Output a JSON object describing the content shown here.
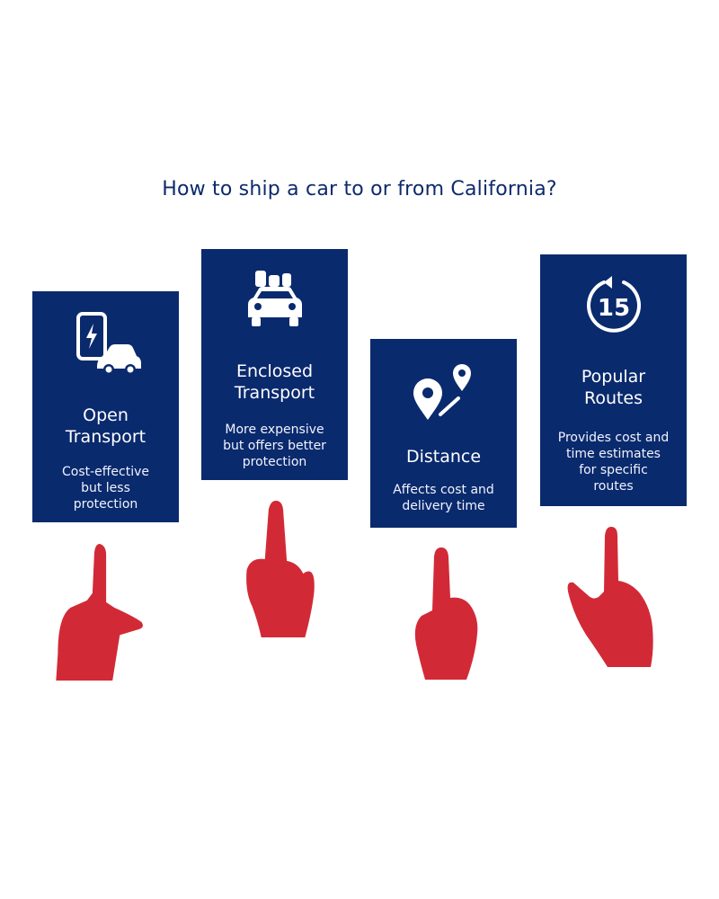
{
  "title": "How to ship a car to or from California?",
  "colors": {
    "card_bg": "#0a2a6e",
    "title_text": "#0d2a6b",
    "hand": "#d12a36",
    "card_text": "#ffffff"
  },
  "cards": [
    {
      "heading_line1": "Open",
      "heading_line2": "Transport",
      "desc_line1": "Cost-effective",
      "desc_line2": "but less",
      "desc_line3": "protection",
      "icon": "phone-car-icon"
    },
    {
      "heading_line1": "Enclosed",
      "heading_line2": "Transport",
      "desc_line1": "More expensive",
      "desc_line2": "but offers better",
      "desc_line3": "protection",
      "icon": "car-luggage-icon"
    },
    {
      "heading_line1": "Distance",
      "desc_line1": "Affects cost and",
      "desc_line2": "delivery time",
      "icon": "map-pins-icon"
    },
    {
      "heading_line1": "Popular",
      "heading_line2": "Routes",
      "desc_line1": "Provides cost and",
      "desc_line2": "time estimates",
      "desc_line3": "for specific",
      "desc_line4": "routes",
      "icon": "clock-15-icon",
      "icon_text": "15"
    }
  ]
}
